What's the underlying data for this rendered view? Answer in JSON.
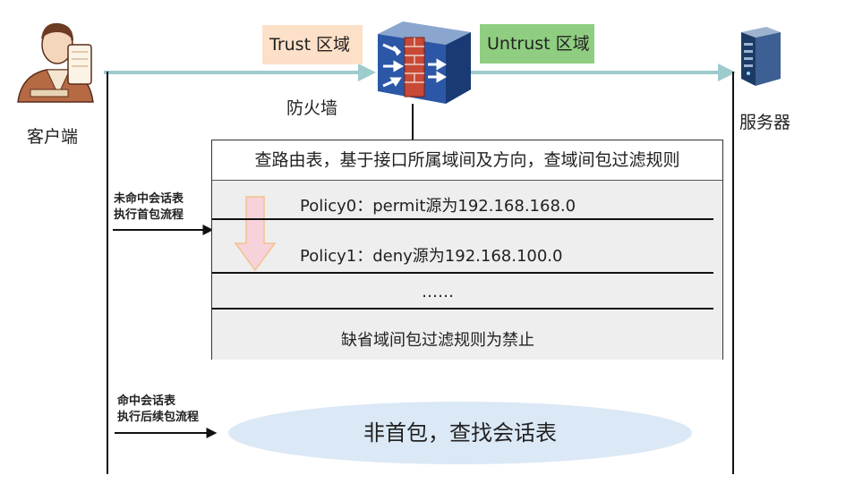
{
  "zones": {
    "trust": "Trust 区域",
    "untrust": "Untrust 区域"
  },
  "labels": {
    "client": "客户端",
    "firewall": "防火墙",
    "server": "服务器"
  },
  "policy_table": {
    "header": "查路由表，基于接口所属域间及方向，查域间包过滤规则",
    "rules": [
      "Policy0：permit源为192.168.168.0",
      "Policy1：deny源为192.168.100.0",
      "……",
      "缺省域间包过滤规则为禁止"
    ]
  },
  "flows": {
    "first_packet": {
      "line1": "未命中会话表",
      "line2": "执行首包流程"
    },
    "subsequent_packet": {
      "line1": "命中会话表",
      "line2": "执行后续包流程"
    }
  },
  "session_lookup": "非首包，查找会话表",
  "colors": {
    "trust_bg": "#fde0c8",
    "untrust_bg": "#8fce80",
    "flow_arrow": "#9ecbcc",
    "ellipse": "#dbe8f6",
    "down_arrow_fill": "#f8d2da",
    "down_arrow_stroke": "#f2c28c"
  }
}
